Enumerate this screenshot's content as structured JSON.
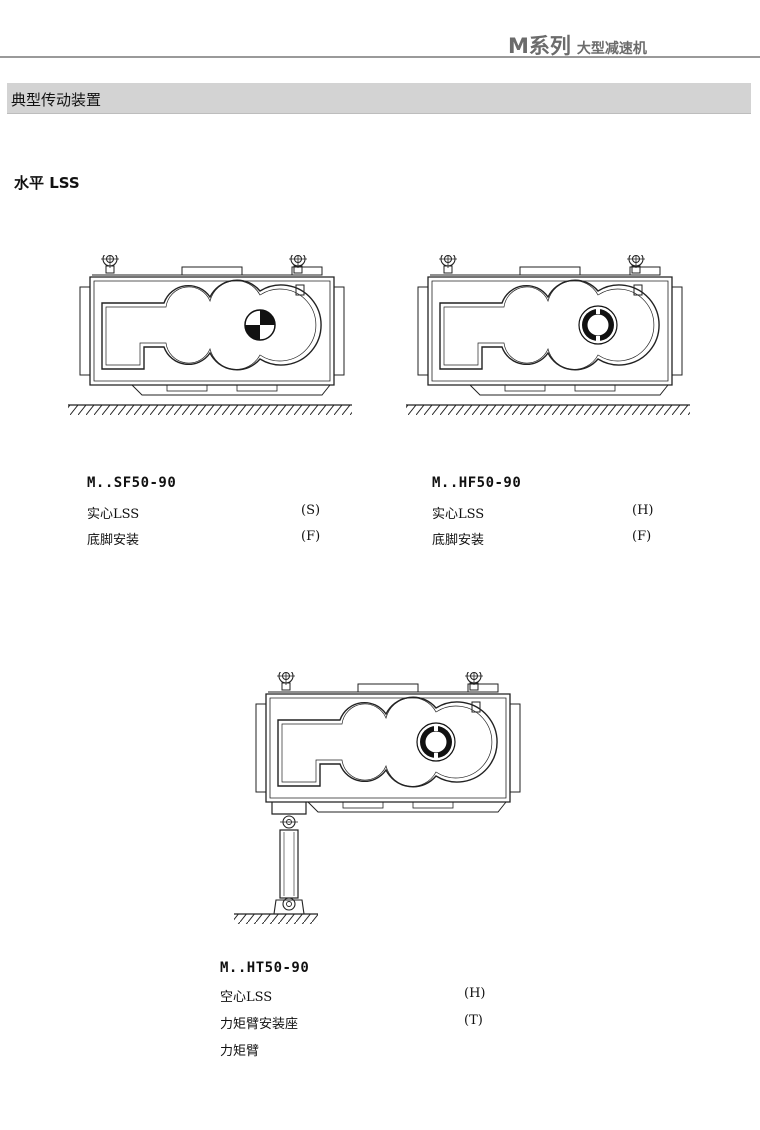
{
  "header": {
    "series": "M系列",
    "subtitle": "大型减速机"
  },
  "section": {
    "title": "典型传动装置"
  },
  "subheading": "水平 LSS",
  "units": [
    {
      "model": "M..SF50-90",
      "rows": [
        {
          "label": "实心LSS",
          "code": "(S)"
        },
        {
          "label": "底脚安装",
          "code": "(F)"
        }
      ]
    },
    {
      "model": "M..HF50-90",
      "rows": [
        {
          "label": "实心LSS",
          "code": "(H)"
        },
        {
          "label": "底脚安装",
          "code": "(F)"
        }
      ]
    },
    {
      "model": "M..HT50-90",
      "rows": [
        {
          "label": "空心LSS",
          "code": "(H)"
        },
        {
          "label": "力矩臂安装座",
          "code": "(T)"
        },
        {
          "label": "力矩臂",
          "code": ""
        }
      ]
    }
  ]
}
